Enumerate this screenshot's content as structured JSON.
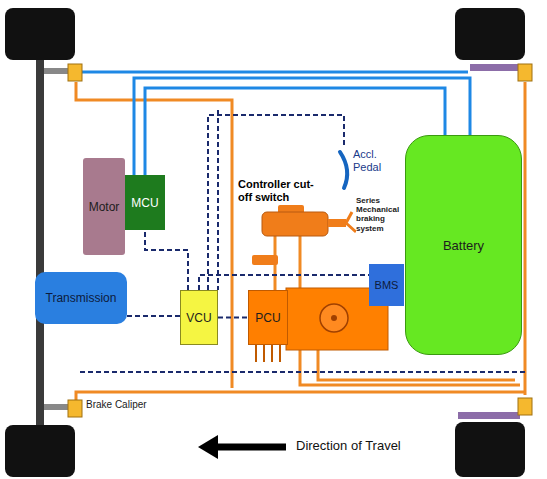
{
  "diagram": {
    "nodes": [
      {
        "text": [
          "Motor"
        ]
      },
      {
        "text": [
          "MCU"
        ]
      },
      {
        "text": [
          "Transmission"
        ]
      },
      {
        "text": [
          "VCU"
        ]
      },
      {
        "text": [
          "PCU"
        ]
      },
      {
        "text": [
          "BMS"
        ]
      },
      {
        "text": [
          "Battery"
        ]
      }
    ],
    "edges": [
      {
        "from": 1,
        "to": 6,
        "arrow": "none"
      },
      {
        "from": 3,
        "to": 1,
        "arrow": "none"
      },
      {
        "from": 3,
        "to": 4,
        "arrow": "none"
      },
      {
        "from": 3,
        "to": 5,
        "arrow": "none"
      },
      {
        "from": 2,
        "to": 3,
        "arrow": "none"
      }
    ],
    "labels": [
      "Accl. Pedal",
      "Controller cut-off switch",
      "Series Mechanical braking system",
      "Brake Caliper",
      "Direction of Travel"
    ]
  }
}
